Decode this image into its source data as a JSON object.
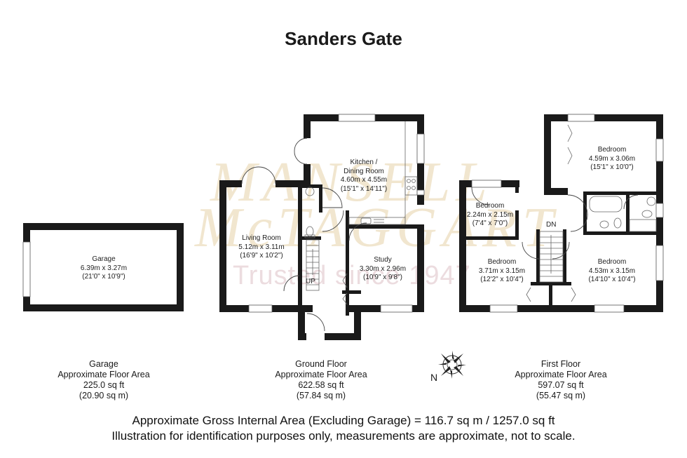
{
  "title": "Sanders Gate",
  "watermark": {
    "line1": "MANSELL",
    "line2": "McTAGGART",
    "tagline": "Trusted since 1947",
    "gold": "#f1e6cf",
    "pink": "#ecdcdf"
  },
  "rooms": {
    "garage": {
      "name": "Garage",
      "metric": "6.39m x 3.27m",
      "imperial": "(21'0\" x 10'9\")"
    },
    "kitchen": {
      "name_line1": "Kitchen /",
      "name_line2": "Dining Room",
      "metric": "4.60m x 4.55m",
      "imperial": "(15'1\" x 14'11\")"
    },
    "living": {
      "name": "Living Room",
      "metric": "5.12m x 3.11m",
      "imperial": "(16'9\" x 10'2\")"
    },
    "study": {
      "name": "Study",
      "metric": "3.30m x 2.96m",
      "imperial": "(10'9\" x 9'8\")"
    },
    "bedroom_large": {
      "name": "Bedroom",
      "metric": "4.59m x 3.06m",
      "imperial": "(15'1\" x 10'0\")"
    },
    "bedroom_small": {
      "name": "Bedroom",
      "metric": "2.24m x 2.15m",
      "imperial": "(7'4\" x 7'0\")"
    },
    "bedroom_left": {
      "name": "Bedroom",
      "metric": "3.71m x 3.15m",
      "imperial": "(12'2\" x 10'4\")"
    },
    "bedroom_right": {
      "name": "Bedroom",
      "metric": "4.53m x 3.15m",
      "imperial": "(14'10\" x 10'4\")"
    }
  },
  "stairs": {
    "ground": "UP",
    "first": "DN"
  },
  "compass": {
    "label": "N"
  },
  "floors": [
    {
      "name": "Garage",
      "caption": "Approximate Floor Area",
      "sqft": "225.0 sq ft",
      "sqm": "(20.90 sq m)"
    },
    {
      "name": "Ground Floor",
      "caption": "Approximate Floor Area",
      "sqft": "622.58 sq ft",
      "sqm": "(57.84 sq m)"
    },
    {
      "name": "First Floor",
      "caption": "Approximate Floor Area",
      "sqft": "597.07 sq ft",
      "sqm": "(55.47 sq m)"
    }
  ],
  "footer": {
    "line1": "Approximate Gross Internal Area (Excluding Garage) = 116.7 sq m / 1257.0 sq ft",
    "line2": "Illustration for identification purposes only, measurements are approximate, not to scale."
  }
}
